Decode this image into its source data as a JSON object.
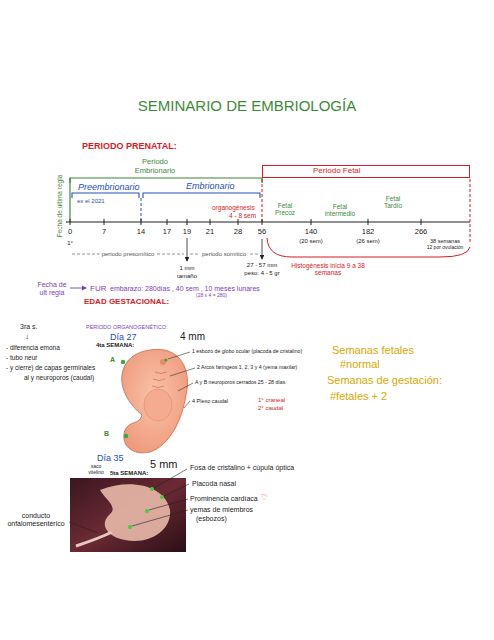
{
  "diagram": {
    "title": "SEMINARIO DE EMBRIOLOGÍA",
    "nodes": [
      {
        "text": [
          "Periodo Fetal"
        ]
      }
    ],
    "labels": [
      "PERIODO PRENATAL:",
      "Periodo Embrionario",
      "Preembrionario",
      "Embrionario",
      "Fecha de ultima regla",
      "ex el 2021",
      "organogénesis",
      "4 - 8 sem",
      "0",
      "7",
      "14",
      "17",
      "19",
      "21",
      "28",
      "56",
      "140",
      "182",
      "266",
      "1°",
      "periodo presomítico",
      "periodo somítico",
      "1 mm",
      "tamaño",
      "27 - 57 mm",
      "peso: 4 - 5 gr",
      "Fetal Precoz",
      "Fetal intermedio",
      "Fetal Tardío",
      "(20 sem)",
      "(26 sem)",
      "38 semanas",
      "12 por ovulación",
      "Histogénesis inicia 9 a 38 semanas",
      "Fecha de ult regla",
      "FUR",
      "embarazo: 280días , 40 sem , 10 meses lunares",
      "(28 x 4 = 280)",
      "EDAD GESTACIONAL:",
      "PERIODO ORGANOGENÉTICO:",
      "Día 27",
      "4 mm",
      "4ta SEMANA:",
      "3ra s.",
      "↓",
      "- diferencia emona",
      "- tubo neur",
      "- y cierre) de capas germinales",
      "al y neuroporos (caudal)",
      "A",
      "B",
      "1 esbozo de globo ocular (placoda de cristalino)",
      "2 Arcos faríngeos 1, 2, 3 y 4 (yema maxilar)",
      "A y B neuroporos cerrados 25 - 28 días",
      "4 Plexo caudal",
      "1° craneal",
      "2° caudal",
      "Semanas fetales",
      "#normal",
      "Semanas de gestación:",
      "#fetales + 2",
      "Día 35",
      "5 mm",
      "saco vitelino",
      "5ta SEMANA:",
      "Fosa de cristalino + cúpula óptica",
      "Placoda nasal",
      "Prominencia cardíaca",
      "♡",
      "yemas de miembros",
      "(esbozos)",
      "conducto onfalomesentérico"
    ]
  }
}
